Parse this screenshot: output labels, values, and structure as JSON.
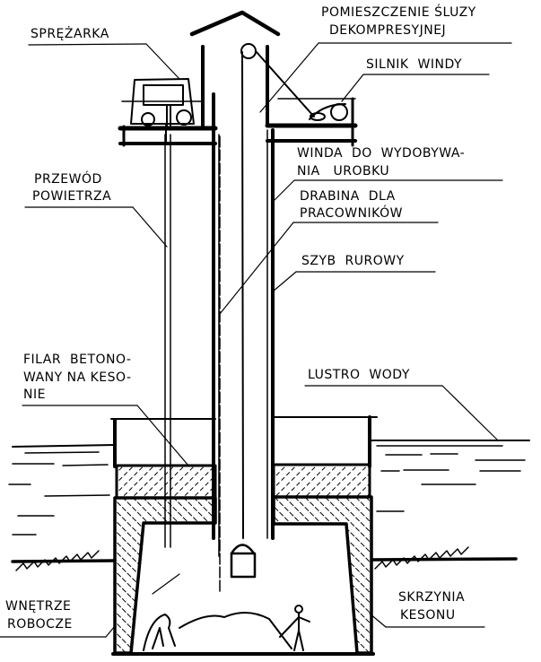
{
  "diagram": {
    "title": "Caisson foundation cross-section",
    "ink_color": "#000000",
    "paper_color": "#ffffff",
    "labels": {
      "compressor": "SPRĘŻARKA",
      "decompression_lock_line1": "POMIESZCZENIE ŚLUZY",
      "decompression_lock_line2": "DEKOMPRESYJNEJ",
      "winch_motor": "SILNIK  WINDY",
      "spoil_lift_line1": "WINDA  DO  WYDOBYWA-",
      "spoil_lift_line2": "NIA   UROBKU",
      "ladder_line1": "DRABINA  DLA",
      "ladder_line2": "PRACOWNIKÓW",
      "tube_shaft": "SZYB  RUROWY",
      "air_pipe_line1": "PRZEWÓD",
      "air_pipe_line2": "POWIETRZA",
      "pillar_line1": "FILAR  BETONO-",
      "pillar_line2": "WANY NA KESO-",
      "pillar_line3": "NIE",
      "water_level": "LUSTRO  WODY",
      "working_chamber_line1": "WNĘTRZE",
      "working_chamber_line2": "ROBOCZE",
      "caisson_box_line1": "SKRZYNIA",
      "caisson_box_line2": "KESONU"
    }
  }
}
